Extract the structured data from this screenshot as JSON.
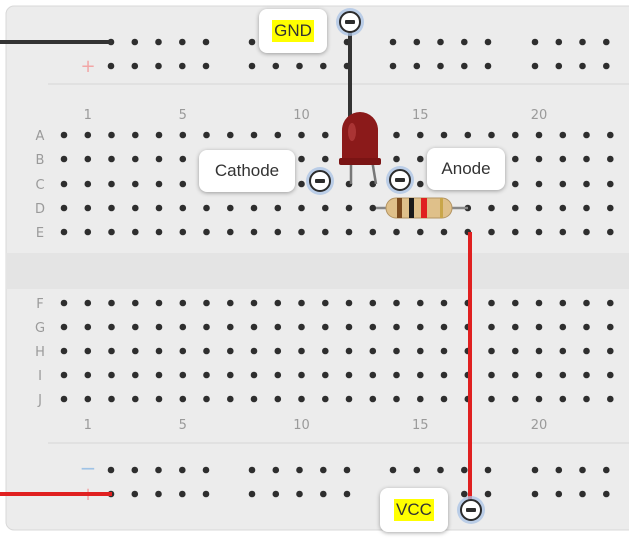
{
  "board": {
    "column_labels": [
      "1",
      "5",
      "10",
      "15",
      "20"
    ],
    "top_row_labels": [
      "A",
      "B",
      "C",
      "D",
      "E"
    ],
    "bottom_row_labels": [
      "F",
      "G",
      "H",
      "I",
      "J"
    ],
    "rail_plus": "+",
    "rail_minus": "−",
    "colors": {
      "board": "#ececec",
      "hole": "#2e2e2e",
      "rail_red": "#f2a6a6",
      "rail_blue": "#9fc3e6",
      "wire_black": "#333333",
      "wire_red": "#e02020",
      "led": "#8b1a1a"
    }
  },
  "labels": {
    "gnd": "GND",
    "cathode": "Cathode",
    "anode": "Anode",
    "vcc": "VCC"
  },
  "icons": {
    "pin": "minus-circle-icon"
  }
}
